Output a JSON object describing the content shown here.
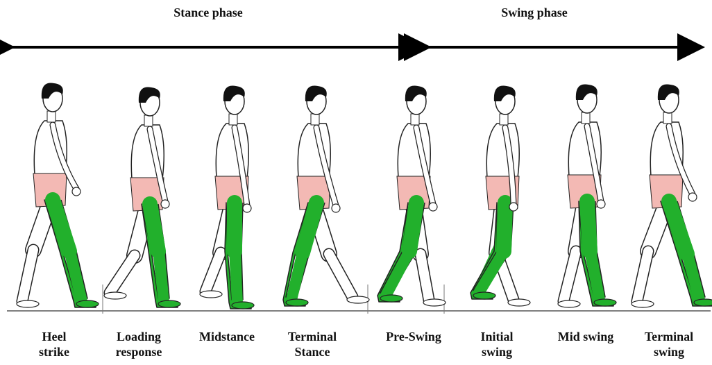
{
  "phases": [
    {
      "label": "Stance phase"
    },
    {
      "label": "Swing phase"
    }
  ],
  "stages": [
    {
      "label": "Heel strike",
      "lines": [
        "Heel",
        "strike"
      ]
    },
    {
      "label": "Loading response",
      "lines": [
        "Loading",
        "response"
      ]
    },
    {
      "label": "Midstance",
      "lines": [
        "Midstance"
      ]
    },
    {
      "label": "Terminal Stance",
      "lines": [
        "Terminal",
        "Stance"
      ]
    },
    {
      "label": "Pre-Swing",
      "lines": [
        "Pre-Swing"
      ]
    },
    {
      "label": "Initial swing",
      "lines": [
        "Initial",
        "swing"
      ]
    },
    {
      "label": "Mid swing",
      "lines": [
        "Mid swing"
      ]
    },
    {
      "label": "Terminal swing",
      "lines": [
        "Terminal",
        "swing"
      ]
    }
  ],
  "colors": {
    "highlight_leg": "#22b02c",
    "shorts": "#f3b9b4",
    "hair": "#111111",
    "outline": "#222222",
    "skin": "#ffffff"
  }
}
